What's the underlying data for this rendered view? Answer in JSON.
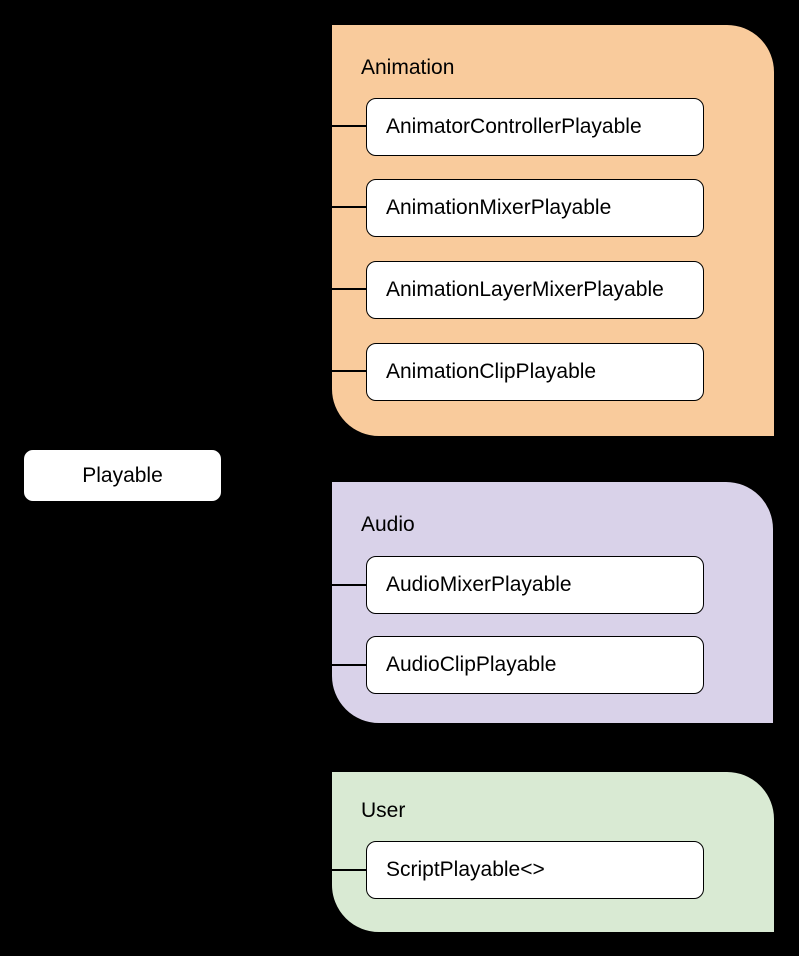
{
  "diagram": {
    "root": {
      "label": "Playable"
    },
    "groups": [
      {
        "name": "Animation",
        "color": "#f9cb9c",
        "children": [
          "AnimatorControllerPlayable",
          "AnimationMixerPlayable",
          "AnimationLayerMixerPlayable",
          "AnimationClipPlayable"
        ]
      },
      {
        "name": "Audio",
        "color": "#d9d2e9",
        "children": [
          "AudioMixerPlayable",
          "AudioClipPlayable"
        ]
      },
      {
        "name": "User",
        "color": "#d9ead3",
        "children": [
          "ScriptPlayable<>"
        ]
      }
    ],
    "colors": {
      "background": "#000000",
      "node_fill": "#ffffff",
      "line": "#000000",
      "text": "#000000"
    }
  }
}
